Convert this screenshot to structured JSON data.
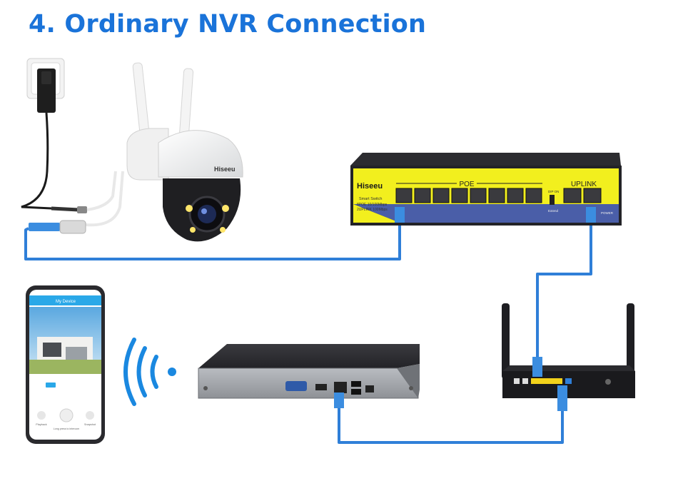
{
  "title": "4. Ordinary NVR Connection",
  "colors": {
    "title": "#1a73d9",
    "cable": "#2f7fd8",
    "switch_yellow": "#f2ef1e",
    "switch_blue": "#4a5ea8",
    "wifi": "#1a88e0",
    "device_dark": "#1e1e22"
  },
  "switch": {
    "brand": "Hiseeu",
    "poe_label": "POE",
    "uplink_label": "UPLINK",
    "spec_line1": "Smart Switch",
    "spec_line2": "8POE 10/100Mbps",
    "spec_line3": "2UPLINK 100Mbps",
    "dip_label": "DIP ON",
    "extend_label": "Extend",
    "power_label": "POWER"
  },
  "camera": {
    "brand": "Hiseeu"
  },
  "phone": {
    "header": "My Device",
    "bottom_left": "Playback",
    "bottom_middle": "Long press to intercom",
    "bottom_right": "Snapshot"
  },
  "icons": {
    "wifi": "wifi-signal-icon",
    "power_adapter": "power-adapter-icon"
  }
}
